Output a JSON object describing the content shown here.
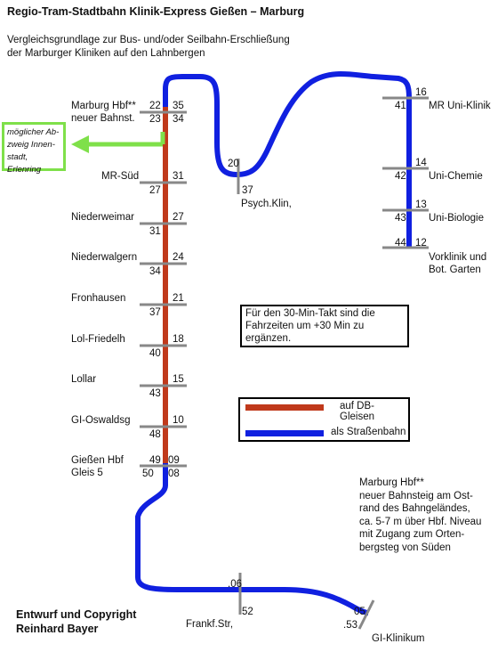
{
  "title": "Regio-Tram-Stadtbahn Klinik-Express Gießen – Marburg",
  "subtitle": [
    "Vergleichsgrundlage zur Bus- und/oder Seilbahn-Erschließung",
    "der Marburger Kliniken auf den Lahnbergen"
  ],
  "copyright": [
    "Entwurf und Copyright",
    "Reinhard Bayer"
  ],
  "note": "Für den 30-Min-Takt sind die Fahrzeiten um +30 Min zu ergänzen.",
  "legend": {
    "db_tracks": {
      "label": "auf DB-Gleisen",
      "color": "#c0391b"
    },
    "street": {
      "label": "als Straßenbahn",
      "color": "#1020e0"
    }
  },
  "branch_box": [
    "möglicher Ab-",
    "zweig Innen-",
    "stadt, Erlenring"
  ],
  "branch_color": "#7fe04a",
  "hbf_note": [
    "Marburg Hbf**",
    "neuer Bahnsteig am Ost-",
    "rand des Bahngeländes,",
    "ca. 5-7 m über Hbf. Niveau",
    "mit Zugang zum Orten-",
    "bergsteg von Süden"
  ],
  "stations": [
    {
      "name": [
        "Marburg Hbf**",
        "neuer Bahnst."
      ],
      "t1": "22",
      "t2": "35",
      "t3": "23",
      "t4": "34"
    },
    {
      "name": [
        "MR-Süd"
      ],
      "t1": "31",
      "t3": "27"
    },
    {
      "name": [
        "Niederweimar"
      ],
      "t1": "27",
      "t3": "31"
    },
    {
      "name": [
        "Niederwalgern"
      ],
      "t1": "24",
      "t3": "34"
    },
    {
      "name": [
        "Fronhausen"
      ],
      "t1": "21",
      "t3": "37"
    },
    {
      "name": [
        "Lol-Friedelh"
      ],
      "t1": "18",
      "t3": "40"
    },
    {
      "name": [
        "Lollar"
      ],
      "t1": "15",
      "t3": "43"
    },
    {
      "name": [
        "GI-Oswaldsg"
      ],
      "t1": "10",
      "t3": "48"
    },
    {
      "name": [
        "Gießen Hbf",
        "Gleis 5"
      ],
      "t1": "49",
      "t2": "09",
      "t3": "50",
      "t4": "08"
    },
    {
      "name": [
        "Psych.Klin,"
      ],
      "t1": "20",
      "t3": "37"
    },
    {
      "name": [
        "MR Uni-Klinik"
      ],
      "t1": "16",
      "t3": "41"
    },
    {
      "name": [
        "Uni-Chemie"
      ],
      "t1": "14",
      "t3": "42"
    },
    {
      "name": [
        "Uni-Biologie"
      ],
      "t1": "13",
      "t3": "43"
    },
    {
      "name": [
        "Vorklinik und",
        "Bot. Garten"
      ],
      "t1": "12",
      "t3": "44"
    },
    {
      "name": [
        "Frankf.Str,"
      ],
      "t1": ".06",
      "t3": "52"
    },
    {
      "name": [
        "GI-Klinikum"
      ],
      "t1": "05",
      "t3": ".53"
    }
  ]
}
